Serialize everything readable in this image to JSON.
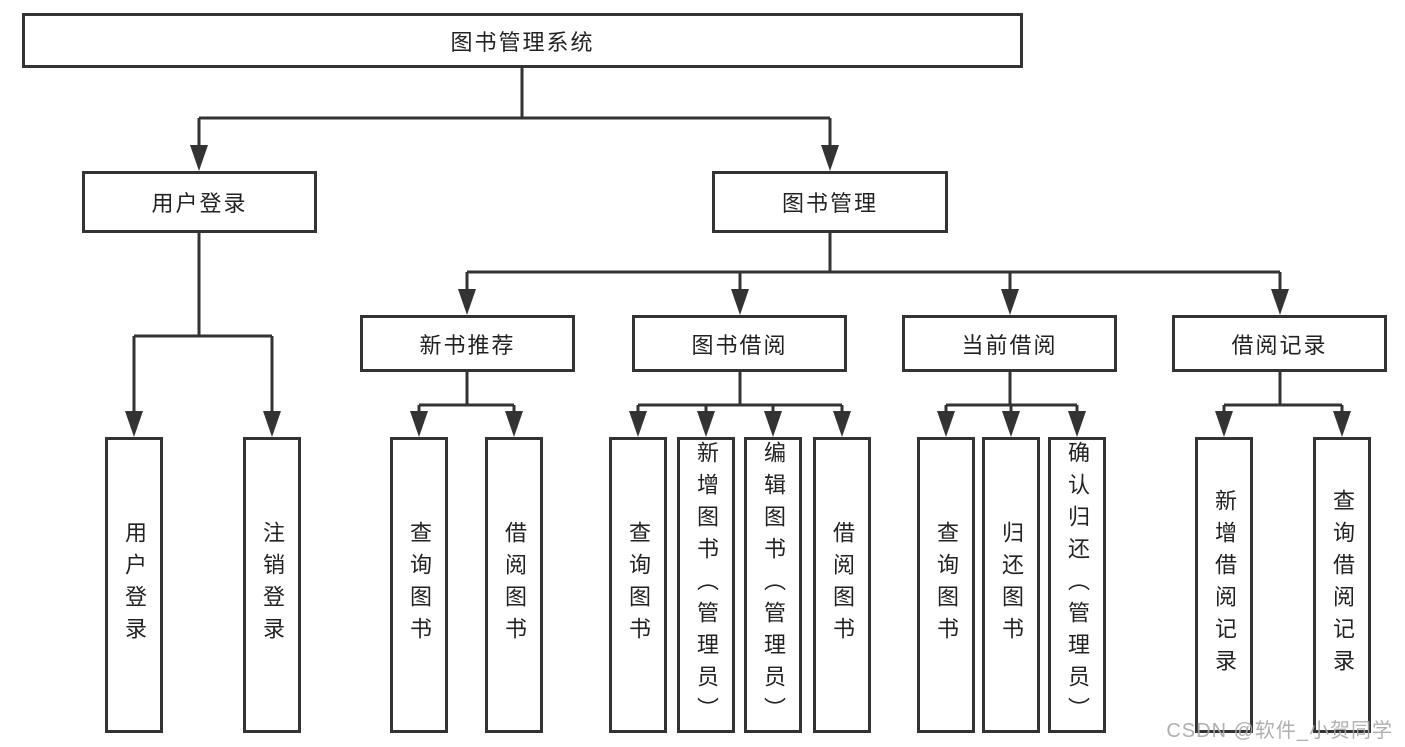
{
  "tree": {
    "root": {
      "label": "图书管理系统"
    },
    "branches": [
      {
        "label": "用户登录",
        "children": [
          {
            "label": "用户登录"
          },
          {
            "label": "注销登录"
          }
        ]
      },
      {
        "label": "图书管理",
        "children": [
          {
            "label": "新书推荐",
            "children": [
              {
                "label": "查询图书"
              },
              {
                "label": "借阅图书"
              }
            ]
          },
          {
            "label": "图书借阅",
            "children": [
              {
                "label": "查询图书"
              },
              {
                "label": "新增图书（管理员）"
              },
              {
                "label": "编辑图书（管理员）"
              },
              {
                "label": "借阅图书"
              }
            ]
          },
          {
            "label": "当前借阅",
            "children": [
              {
                "label": "查询图书"
              },
              {
                "label": "归还图书"
              },
              {
                "label": "确认归还（管理员）"
              }
            ]
          },
          {
            "label": "借阅记录",
            "children": [
              {
                "label": "新增借阅记录"
              },
              {
                "label": "查询借阅记录"
              }
            ]
          }
        ]
      }
    ]
  },
  "watermark": {
    "text": "CSDN @软件_小贺同学"
  },
  "colors": {
    "line": "#333333",
    "text": "#222222",
    "box_background": "#ffffff",
    "background": "#ffffff",
    "watermark": "#a8a8aa"
  }
}
